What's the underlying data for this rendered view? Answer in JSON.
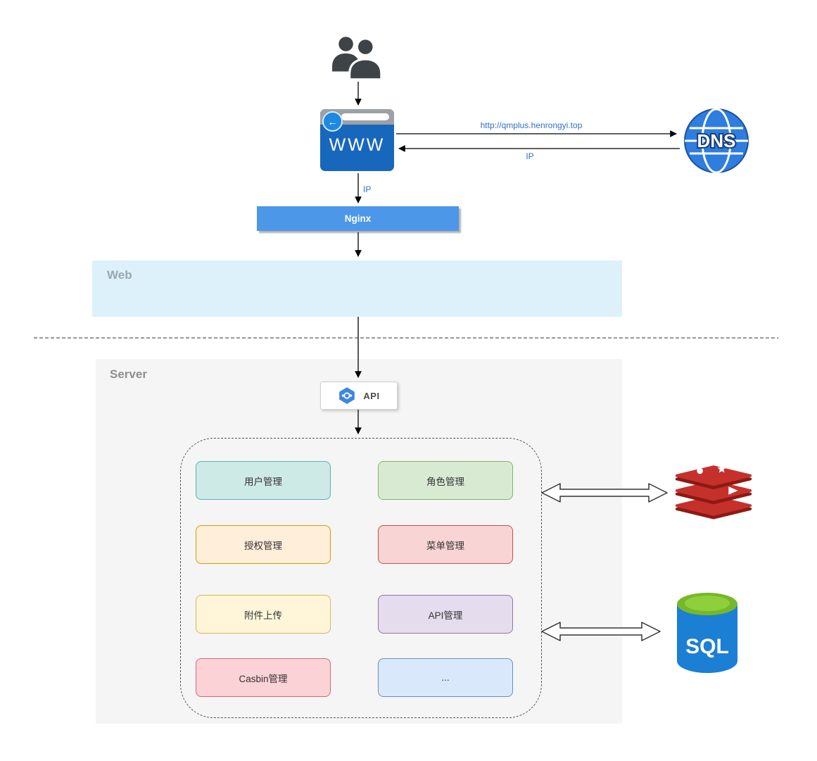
{
  "diagram": {
    "browser": {
      "label": "WWW"
    },
    "dns": {
      "label": "DNS"
    },
    "flow_labels": {
      "url": "http://qmplus.henrongyi.top",
      "ip_return": "IP",
      "ip_down": "IP"
    },
    "nginx": {
      "label": "Nginx"
    },
    "regions": {
      "web": {
        "label": "Web"
      },
      "server": {
        "label": "Server"
      }
    },
    "api": {
      "label": "API"
    },
    "modules": [
      {
        "label": "用户管理",
        "bg": "#cdeae7",
        "border": "#58b4ae"
      },
      {
        "label": "角色管理",
        "bg": "#d9ead3",
        "border": "#82b366"
      },
      {
        "label": "授权管理",
        "bg": "#ffeed9",
        "border": "#d79b00"
      },
      {
        "label": "菜单管理",
        "bg": "#f8d4d4",
        "border": "#c9504c"
      },
      {
        "label": "附件上传",
        "bg": "#fff6d9",
        "border": "#d6b656"
      },
      {
        "label": "API管理",
        "bg": "#e5dcee",
        "border": "#9673a6"
      },
      {
        "label": "Casbin管理",
        "bg": "#fbd2d5",
        "border": "#d6696f"
      },
      {
        "label": "...",
        "bg": "#dae8fc",
        "border": "#6c8ebf"
      }
    ],
    "sql": {
      "label": "SQL"
    },
    "icons": {
      "users": "users-icon",
      "browser_back": "back-arrow-icon",
      "dns_globe": "dns-globe-icon",
      "api_hexagon": "api-hexagon-icon",
      "redis": "redis-stack-icon",
      "sql": "sql-database-icon"
    },
    "colors": {
      "label_blue": "#2f71c9",
      "nginx_bar": "#4d97e8",
      "web_region_bg": "#ddf1fb",
      "web_label": "#9aa7b2",
      "server_region_bg": "#f5f5f5",
      "server_label": "#8f8f8f",
      "browser_body": "#1767bd",
      "dns_globe": "#2e7ddf",
      "redis_red": "#c6302b",
      "redis_dark": "#8c1b12",
      "sql_body": "#1b7fd4",
      "sql_top": "#76b82a"
    }
  }
}
